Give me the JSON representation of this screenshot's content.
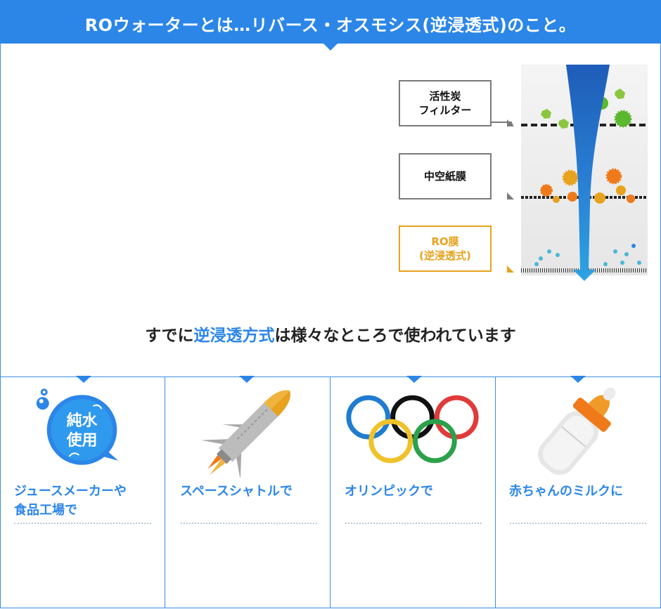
{
  "header": {
    "title": "ROウォーターとは…リバース・オスモシス(逆浸透式)のこと。"
  },
  "layers": [
    {
      "line1": "活性炭",
      "line2": "フィルター",
      "style": "grey"
    },
    {
      "line1": "中空紙膜",
      "line2": "",
      "style": "grey"
    },
    {
      "line1": "RO膜",
      "line2": "(逆浸透式)",
      "style": "orange"
    }
  ],
  "summary": {
    "prefix": "すでに",
    "highlight": "逆浸透方式",
    "suffix": "は様々なところで使われています"
  },
  "cards": [
    {
      "caption_line1": "ジュースメーカーや",
      "caption_line2": "食品工場で",
      "icon": "pure-water-bubble-icon",
      "badge_line1": "純水",
      "badge_line2": "使用"
    },
    {
      "caption_line1": "スペースシャトルで",
      "caption_line2": "",
      "icon": "space-shuttle-icon"
    },
    {
      "caption_line1": "オリンピックで",
      "caption_line2": "",
      "icon": "olympic-rings-icon"
    },
    {
      "caption_line1": "赤ちゃんのミルクに",
      "caption_line2": "",
      "icon": "baby-bottle-icon"
    }
  ],
  "colors": {
    "accent": "#2b86e8",
    "orange": "#e8a21e",
    "grey_border": "#7a7a7a"
  }
}
